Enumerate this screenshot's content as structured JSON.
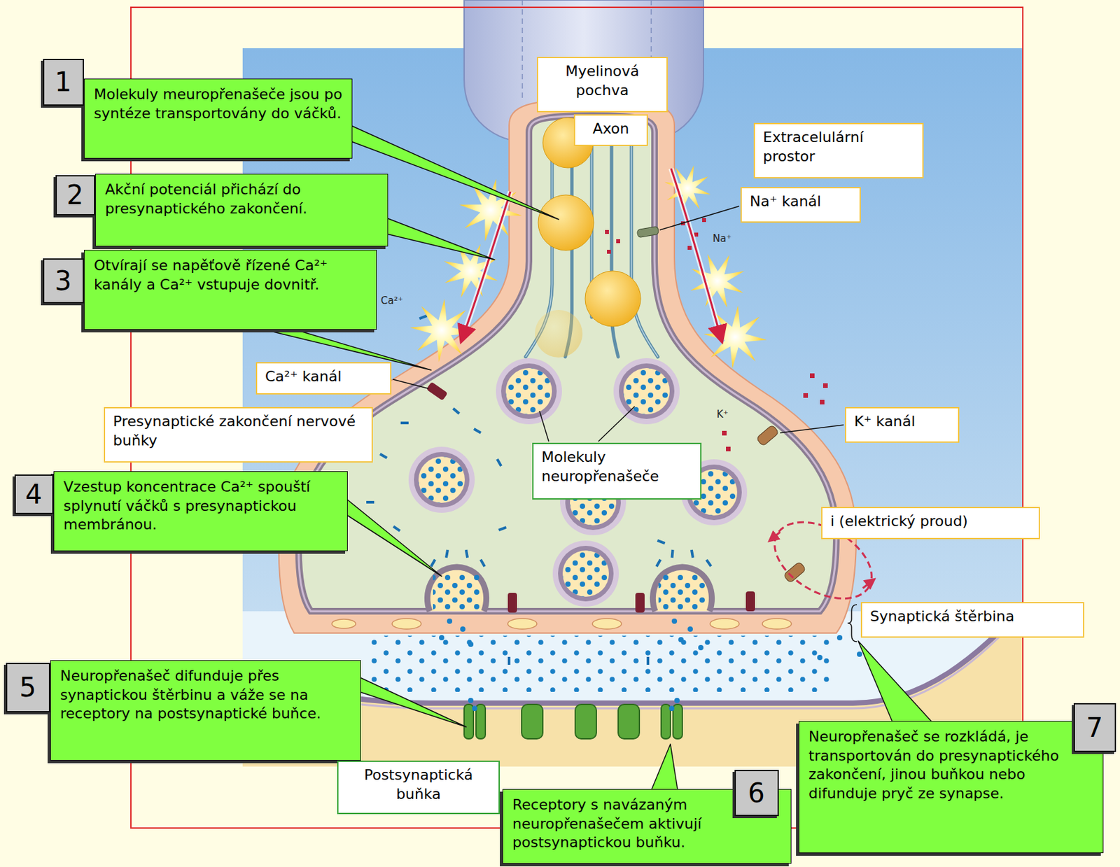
{
  "diagram": {
    "nodes": [
      {
        "text": [
          "1",
          "Molekuly meuropřenašeče jsou po syntéze transportovány do váčků."
        ]
      },
      {
        "text": [
          "Myelinová pochva"
        ]
      },
      {
        "text": [
          "Axon"
        ]
      },
      {
        "text": [
          "Extracelulární prostor"
        ]
      },
      {
        "text": [
          "2",
          "Akční potenciál přichází do presynaptického zakončení."
        ]
      },
      {
        "text": [
          "Na⁺ kanál"
        ]
      },
      {
        "text": [
          "3",
          "Otvírají se napěťově řízené Ca²⁺ kanály a Ca²⁺ vstupuje dovnitř."
        ]
      },
      {
        "text": [
          "Ca²⁺ kanál"
        ]
      },
      {
        "text": [
          "Presynaptické zakončení nervové buňky"
        ]
      },
      {
        "text": [
          "Molekuly neuropřenašeče"
        ]
      },
      {
        "text": [
          "K⁺ kanál"
        ]
      },
      {
        "text": [
          "4",
          "Vzestup koncentrace Ca²⁺ spouští splynutí váčků s presynaptickou membránou."
        ]
      },
      {
        "text": [
          "i (elektrický proud)"
        ]
      },
      {
        "text": [
          "Synaptická štěrbina"
        ]
      },
      {
        "text": [
          "5",
          "Neuropřenašeč difunduje přes synaptickou štěrbinu a váže se na receptory na postsynaptické buňce."
        ]
      },
      {
        "text": [
          "Postsynaptická buňka"
        ]
      },
      {
        "text": [
          "6",
          "Receptory s navázaným neuropřenašečem aktivují postsynaptickou buňku."
        ]
      },
      {
        "text": [
          "7",
          "Neuropřenašeč se rozkládá, je transportován do presynaptického zakončení, jinou buňkou nebo difunduje pryč ze synapse."
        ]
      }
    ],
    "labels": [
      "Na⁺",
      "Ca²⁺",
      "K⁺"
    ]
  }
}
